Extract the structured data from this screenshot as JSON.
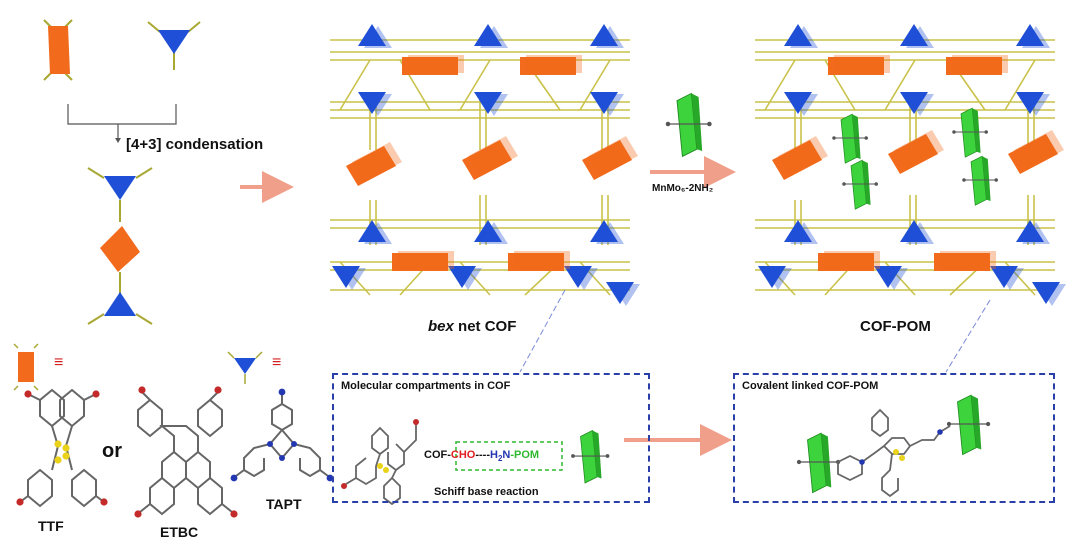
{
  "labels": {
    "condensation": "[4+3] condensation",
    "bex_net_prefix": "bex",
    "bex_net_suffix": " net COF",
    "cof_pom": "COF-POM",
    "reagent": "MnMo₆-2NH₂",
    "ttf": "TTF",
    "or": "or",
    "etbc": "ETBC",
    "tapt": "TAPT",
    "equiv_symbol": "≡"
  },
  "compartment_box": {
    "title": "Molecular compartments in COF",
    "reaction_label": "Schiff base reaction",
    "cof": "COF-",
    "cho": "CHO",
    "dashes": "----",
    "h": "H",
    "sub2": "2",
    "n": "N",
    "pom": "-POM"
  },
  "covalent_box": {
    "title": "Covalent linked COF-POM"
  },
  "colors": {
    "orange": "#f26a1b",
    "blue": "#1f4fd6",
    "olive": "#a8a832",
    "green": "#3cd33c",
    "arrow": "#f0a08a",
    "box_border": "#2b3fa8",
    "red_text": "#e02020",
    "green_text": "#2fb82f",
    "blue_text": "#2338b0"
  }
}
